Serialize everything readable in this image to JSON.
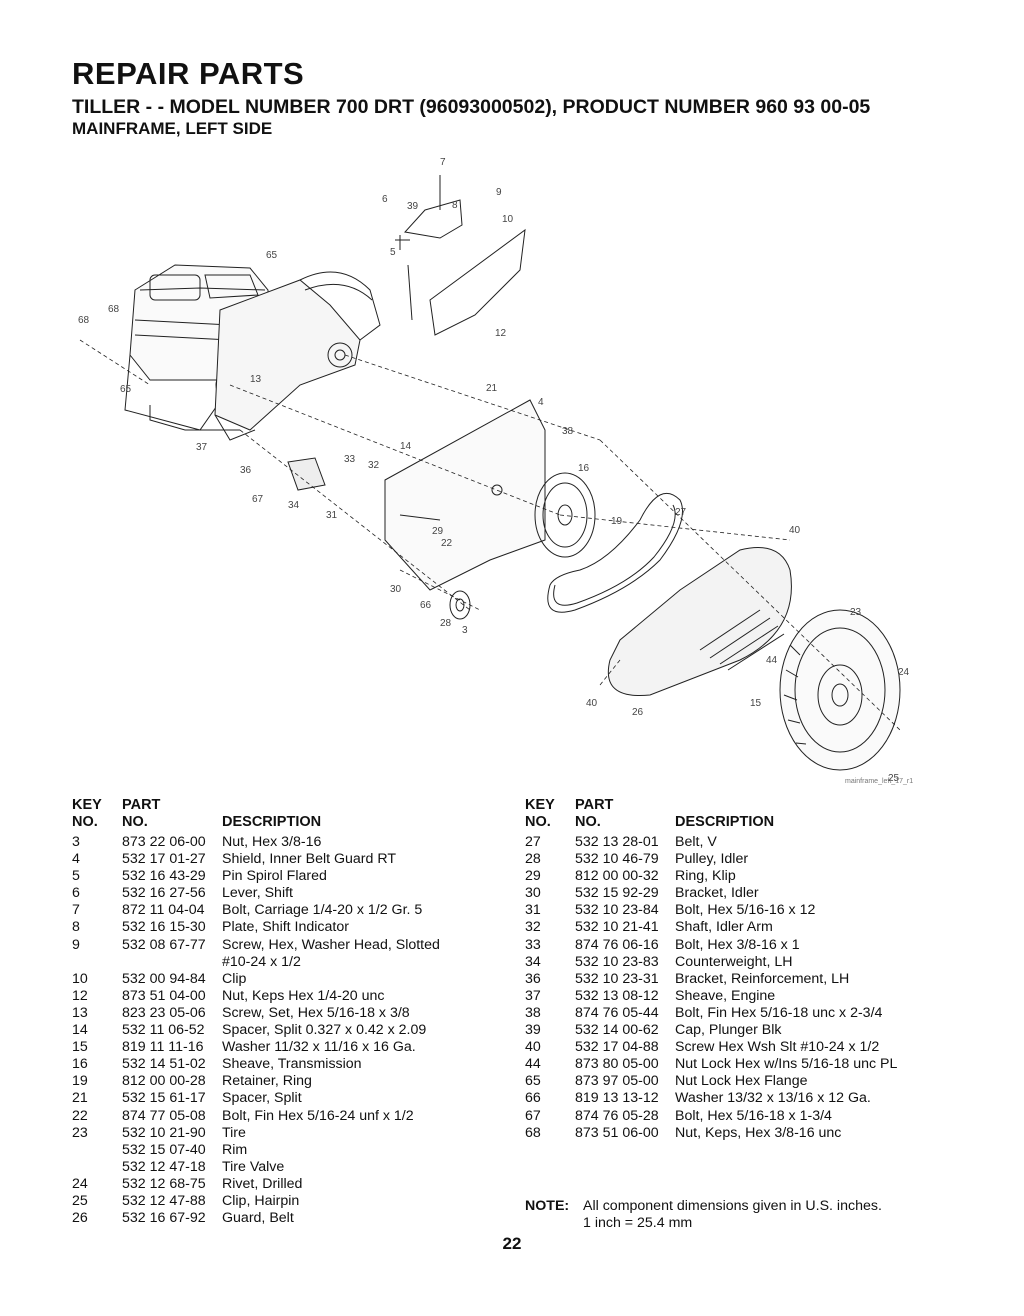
{
  "header": {
    "title": "REPAIR PARTS",
    "subtitle": "TILLER - - MODEL NUMBER 700 DRT (96093000502), PRODUCT NUMBER 960 93 00-05",
    "section": "MAINFRAME, LEFT SIDE"
  },
  "diagram": {
    "callouts": [
      "7",
      "9",
      "6",
      "39",
      "8",
      "10",
      "5",
      "65",
      "68",
      "68",
      "12",
      "13",
      "65",
      "21",
      "4",
      "37",
      "38",
      "14",
      "36",
      "33",
      "32",
      "16",
      "67",
      "34",
      "31",
      "19",
      "27",
      "29",
      "22",
      "40",
      "30",
      "66",
      "28",
      "3",
      "23",
      "44",
      "24",
      "40",
      "26",
      "15",
      "25"
    ],
    "file_label": "mainframe_left_17_r1",
    "icons": [
      "engine-drawing",
      "mainframe-drawing",
      "belt-guard-drawing",
      "v-belt-drawing",
      "sheave-drawing",
      "tire-drawing"
    ]
  },
  "table_headers": {
    "key": "KEY\nNO.",
    "part": "PART\nNO.",
    "description": "DESCRIPTION"
  },
  "parts_left": [
    {
      "key": "3",
      "part": "873 22 06-00",
      "desc": "Nut, Hex 3/8-16"
    },
    {
      "key": "4",
      "part": "532 17 01-27",
      "desc": "Shield, Inner Belt Guard RT"
    },
    {
      "key": "5",
      "part": "532 16 43-29",
      "desc": "Pin Spirol Flared"
    },
    {
      "key": "6",
      "part": "532 16 27-56",
      "desc": "Lever, Shift"
    },
    {
      "key": "7",
      "part": "872 11 04-04",
      "desc": "Bolt, Carriage 1/4-20 x 1/2 Gr. 5"
    },
    {
      "key": "8",
      "part": "532 16 15-30",
      "desc": "Plate, Shift Indicator"
    },
    {
      "key": "9",
      "part": "532 08 67-77",
      "desc": "Screw, Hex, Washer Head, Slotted\n#10-24 x 1/2"
    },
    {
      "key": "10",
      "part": "532 00 94-84",
      "desc": "Clip"
    },
    {
      "key": "12",
      "part": "873 51 04-00",
      "desc": "Nut, Keps Hex 1/4-20 unc"
    },
    {
      "key": "13",
      "part": "823 23 05-06",
      "desc": "Screw, Set, Hex 5/16-18 x 3/8"
    },
    {
      "key": "14",
      "part": "532 11 06-52",
      "desc": "Spacer, Split 0.327 x 0.42 x 2.09"
    },
    {
      "key": "15",
      "part": "819 11 11-16",
      "desc": "Washer 11/32 x 11/16 x 16 Ga."
    },
    {
      "key": "16",
      "part": "532 14 51-02",
      "desc": "Sheave, Transmission"
    },
    {
      "key": "19",
      "part": "812 00 00-28",
      "desc": "Retainer, Ring"
    },
    {
      "key": "21",
      "part": "532 15 61-17",
      "desc": "Spacer, Split"
    },
    {
      "key": "22",
      "part": "874 77 05-08",
      "desc": "Bolt, Fin Hex 5/16-24 unf x 1/2"
    },
    {
      "key": "23",
      "part": "532 10 21-90",
      "desc": "Tire"
    },
    {
      "key": "",
      "part": "532 15 07-40",
      "desc": "Rim"
    },
    {
      "key": "",
      "part": "532 12 47-18",
      "desc": "Tire Valve"
    },
    {
      "key": "24",
      "part": "532 12 68-75",
      "desc": "Rivet, Drilled"
    },
    {
      "key": "25",
      "part": "532 12 47-88",
      "desc": "Clip, Hairpin"
    },
    {
      "key": "26",
      "part": "532 16 67-92",
      "desc": "Guard, Belt"
    }
  ],
  "parts_right": [
    {
      "key": "27",
      "part": "532 13 28-01",
      "desc": "Belt, V"
    },
    {
      "key": "28",
      "part": "532 10 46-79",
      "desc": "Pulley, Idler"
    },
    {
      "key": "29",
      "part": "812 00 00-32",
      "desc": "Ring, Klip"
    },
    {
      "key": "30",
      "part": "532 15 92-29",
      "desc": "Bracket, Idler"
    },
    {
      "key": "31",
      "part": "532 10 23-84",
      "desc": "Bolt, Hex 5/16-16 x 12"
    },
    {
      "key": "32",
      "part": "532 10 21-41",
      "desc": "Shaft, Idler Arm"
    },
    {
      "key": "33",
      "part": "874 76 06-16",
      "desc": "Bolt, Hex 3/8-16 x 1"
    },
    {
      "key": "34",
      "part": "532 10 23-83",
      "desc": "Counterweight, LH"
    },
    {
      "key": "36",
      "part": "532 10 23-31",
      "desc": "Bracket, Reinforcement, LH"
    },
    {
      "key": "37",
      "part": "532 13 08-12",
      "desc": "Sheave, Engine"
    },
    {
      "key": "38",
      "part": "874 76 05-44",
      "desc": "Bolt, Fin Hex 5/16-18 unc x 2-3/4"
    },
    {
      "key": "39",
      "part": "532 14 00-62",
      "desc": "Cap, Plunger Blk"
    },
    {
      "key": "40",
      "part": "532 17 04-88",
      "desc": "Screw Hex Wsh Slt #10-24 x 1/2"
    },
    {
      "key": "44",
      "part": "873 80 05-00",
      "desc": "Nut Lock Hex w/Ins 5/16-18 unc PL"
    },
    {
      "key": "65",
      "part": "873 97 05-00",
      "desc": "Nut Lock Hex Flange"
    },
    {
      "key": "66",
      "part": "819 13 13-12",
      "desc": "Washer 13/32 x 13/16 x 12 Ga."
    },
    {
      "key": "67",
      "part": "874 76 05-28",
      "desc": "Bolt, Hex 5/16-18 x 1-3/4"
    },
    {
      "key": "68",
      "part": "873 51 06-00",
      "desc": "Nut, Keps, Hex 3/8-16 unc"
    }
  ],
  "note": {
    "label": "NOTE:",
    "text": "All component dimensions given in U.S. inches.\n1 inch = 25.4 mm"
  },
  "page_number": "22"
}
